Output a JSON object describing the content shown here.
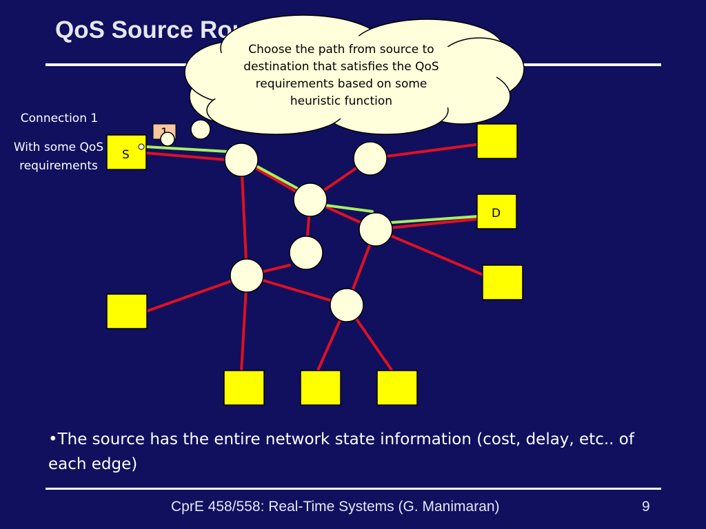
{
  "slide": {
    "title": "QoS Source Routing",
    "side_labels": {
      "connection": "Connection 1",
      "qos": "With some QoS requirements"
    },
    "bubble_text": "Choose the path from source to destination that satisfies the QoS requirements based on some heuristic function",
    "nodes": {
      "source_label": "S",
      "destination_label": "D",
      "packet_label": "1"
    },
    "bullet": "•The source has the entire network state information (cost, delay, etc.. of each edge)",
    "footer": {
      "text": "CprE 458/558: Real-Time Systems (G. Manimaran)",
      "page": "9"
    }
  },
  "colors": {
    "background": "#10105f",
    "link": "#e01020",
    "path": "#a8f060",
    "router_fill": "#ffffdc",
    "host_fill": "#ffff00",
    "bubble_fill": "#ffffdc",
    "packet_fill": "#f6c6a0"
  }
}
